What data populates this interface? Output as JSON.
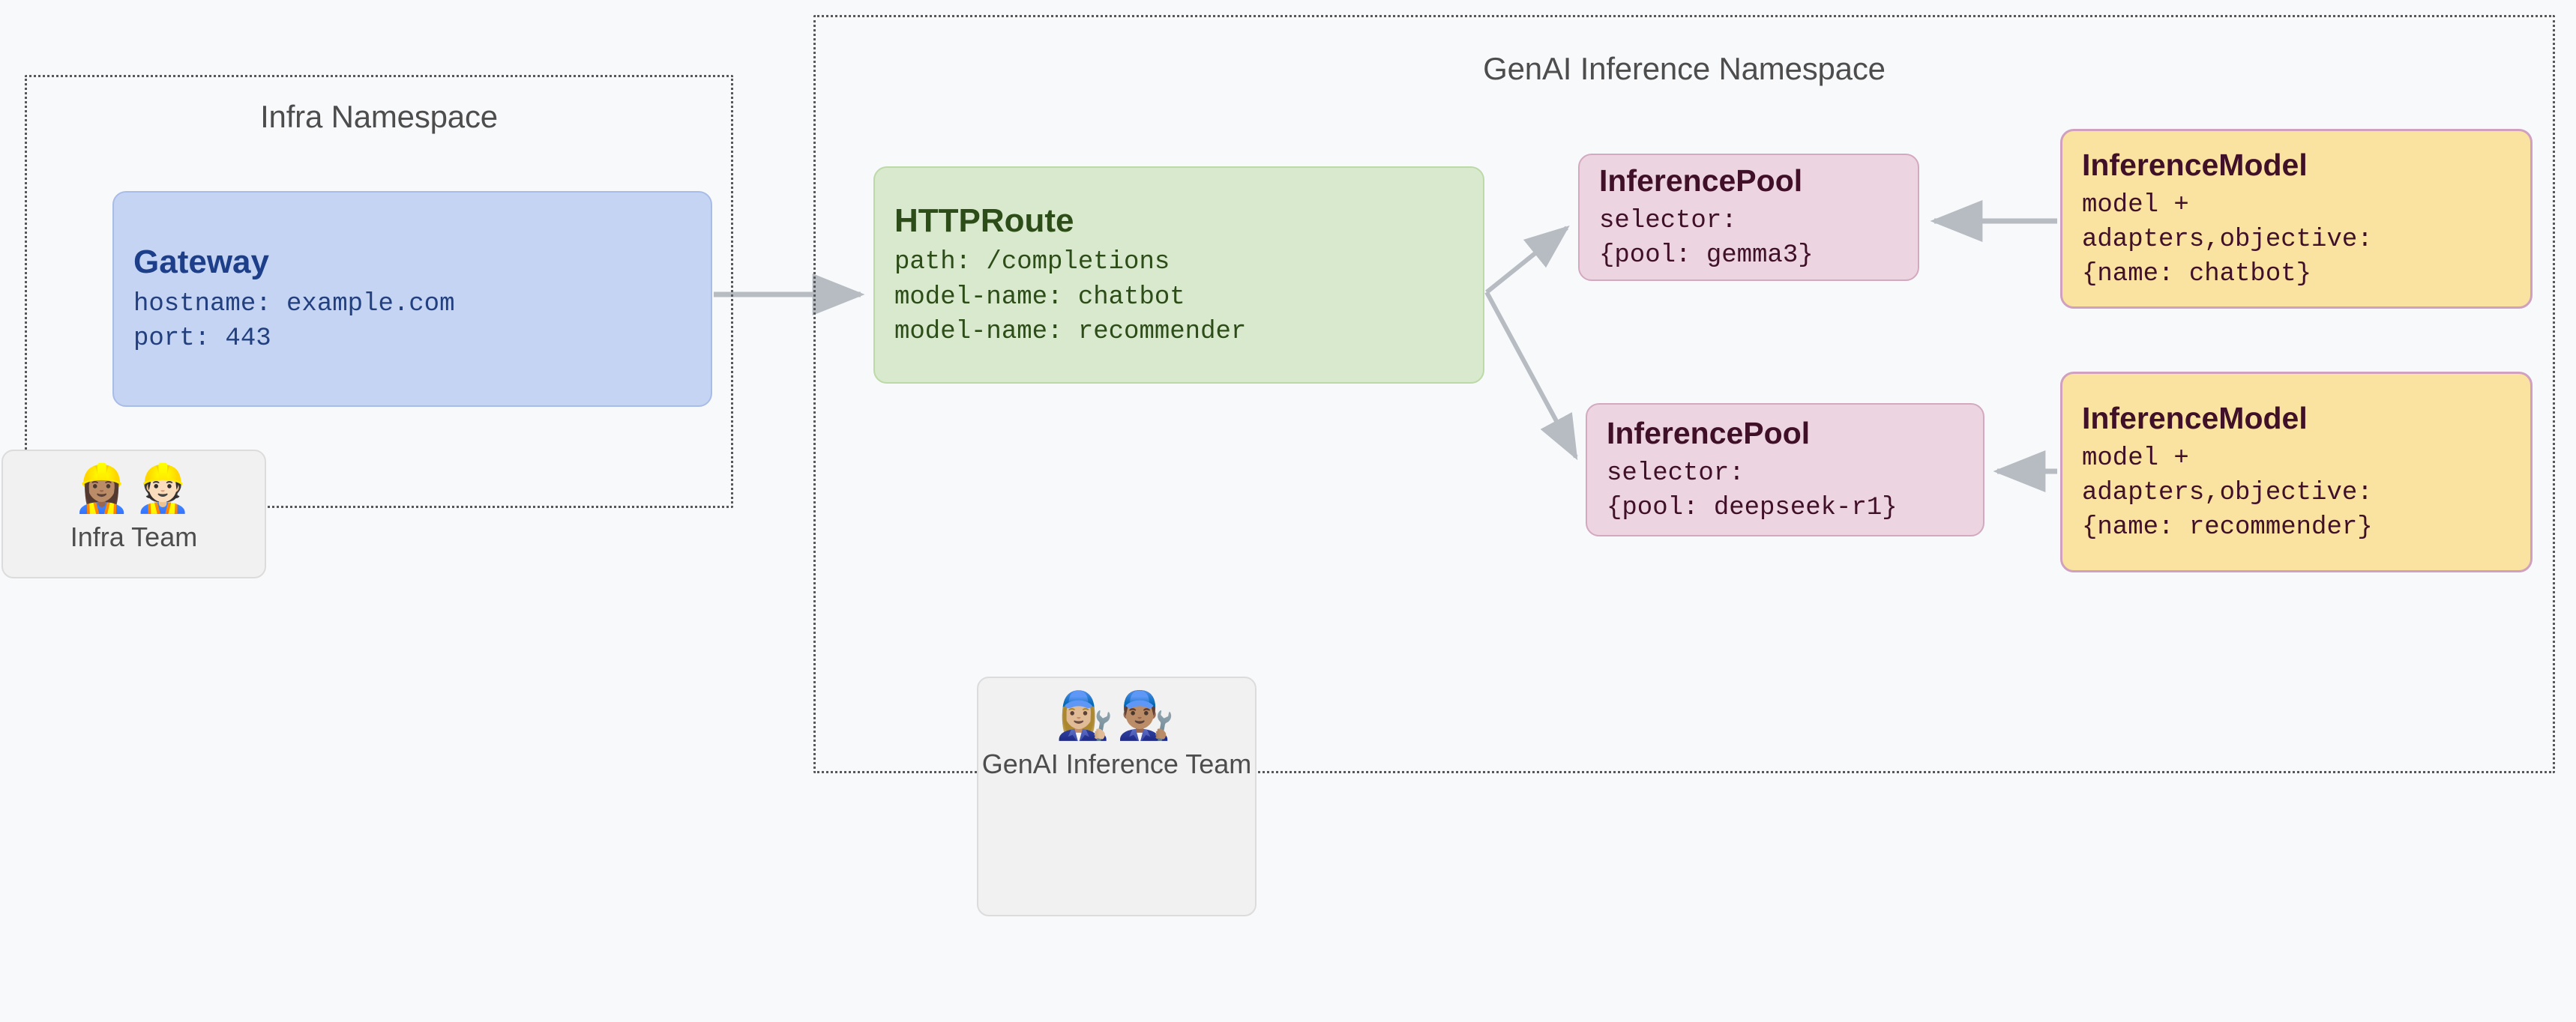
{
  "namespaces": [
    {
      "id": "infra",
      "title": "Infra Namespace"
    },
    {
      "id": "genai",
      "title": "GenAI Inference Namespace"
    }
  ],
  "nodes": {
    "gateway": {
      "title": "Gateway",
      "lines": [
        "hostname: example.com",
        "port: 443"
      ],
      "fill": "#c5d4f2",
      "stroke": "#a8bce8",
      "text": "#22407f"
    },
    "httproute": {
      "title": "HTTPRoute",
      "lines": [
        "path: /completions",
        "model-name: chatbot",
        "model-name: recommender"
      ],
      "fill": "#d9e9cd",
      "stroke": "#bcd9a8",
      "text": "#2c4c18"
    },
    "pool1": {
      "title": "InferencePool",
      "lines": [
        "selector:",
        "{pool: gemma3}"
      ],
      "fill": "#ecd4e0",
      "stroke": "#d3a9c0",
      "text": "#401029"
    },
    "pool2": {
      "title": "InferencePool",
      "lines": [
        "selector:",
        "{pool: deepseek-r1}"
      ],
      "fill": "#ecd4e0",
      "stroke": "#d3a9c0",
      "text": "#401029"
    },
    "model1": {
      "title": "InferenceModel",
      "lines": [
        "model +",
        "adapters,objective:",
        "{name: chatbot}"
      ],
      "fill": "#fae2a0",
      "stroke": "#cfa0bf",
      "text": "#401029"
    },
    "model2": {
      "title": "InferenceModel",
      "lines": [
        "model +",
        "adapters,objective:",
        "{name: recommender}"
      ],
      "fill": "#fae2a0",
      "stroke": "#cfa0bf",
      "text": "#401029"
    }
  },
  "teams": {
    "infra": {
      "label": "Infra Team",
      "emoji": "👷🏽‍♀️👷🏻",
      "icon_names": [
        "woman-construction-worker-icon",
        "man-construction-worker-icon"
      ]
    },
    "genai": {
      "label": "GenAI Inference Team",
      "emoji": "👩🏼‍🔧👨🏽‍🔧",
      "icon_names": [
        "woman-mechanic-icon",
        "man-mechanic-icon"
      ]
    }
  },
  "connectors": [
    {
      "id": "gateway-to-httproute",
      "from": "gateway",
      "to": "httproute",
      "label": ""
    },
    {
      "id": "httproute-to-pool1",
      "from": "httproute",
      "to": "pool1",
      "label": ""
    },
    {
      "id": "httproute-to-pool2",
      "from": "httproute",
      "to": "pool2",
      "label": ""
    },
    {
      "id": "model1-to-pool1",
      "from": "model1",
      "to": "pool1",
      "label": ""
    },
    {
      "id": "model2-to-pool2",
      "from": "model2",
      "to": "pool2",
      "label": ""
    }
  ],
  "colors": {
    "background": "#f8f9fb",
    "arrow": "#b7bcc2",
    "namespace_border": "#585858",
    "namespace_title": "#4d4d4d"
  }
}
